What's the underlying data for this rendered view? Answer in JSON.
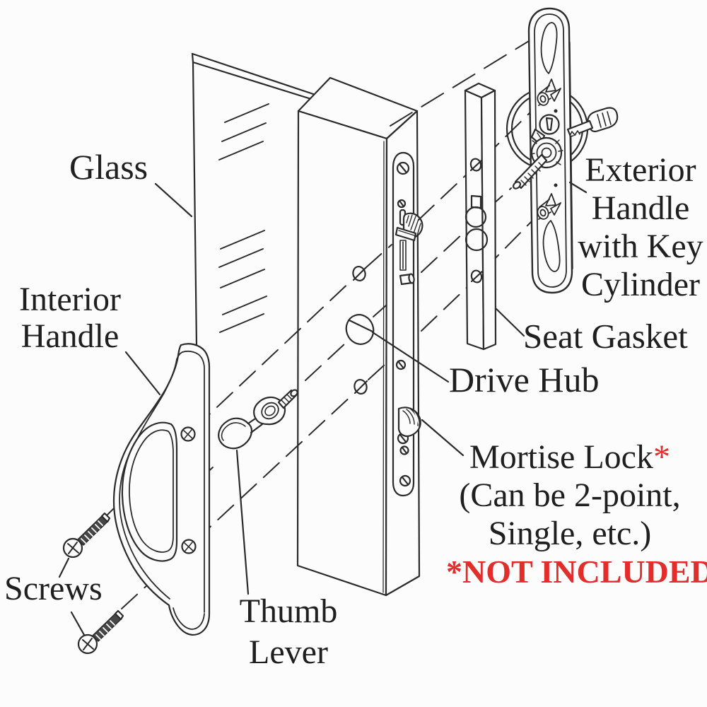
{
  "diagram": {
    "background": "#fcfcfc",
    "ink_color": "#2b2b2b",
    "accent_red": "#e22d2b",
    "labels": {
      "glass": "Glass",
      "interior_handle": [
        "Interior",
        "Handle"
      ],
      "screws": "Screws",
      "thumb_lever": [
        "Thumb",
        "Lever"
      ],
      "drive_hub": "Drive Hub",
      "seat_gasket": "Seat Gasket",
      "exterior_handle": [
        "Exterior",
        "Handle",
        "with Key",
        "Cylinder"
      ],
      "mortise_lock": "Mortise Lock",
      "mortise_asterisk": "*",
      "mortise_note_line1": "(Can be 2-point,",
      "mortise_note_line2": "Single, etc.)",
      "not_included": "*NOT INCLUDED"
    }
  }
}
